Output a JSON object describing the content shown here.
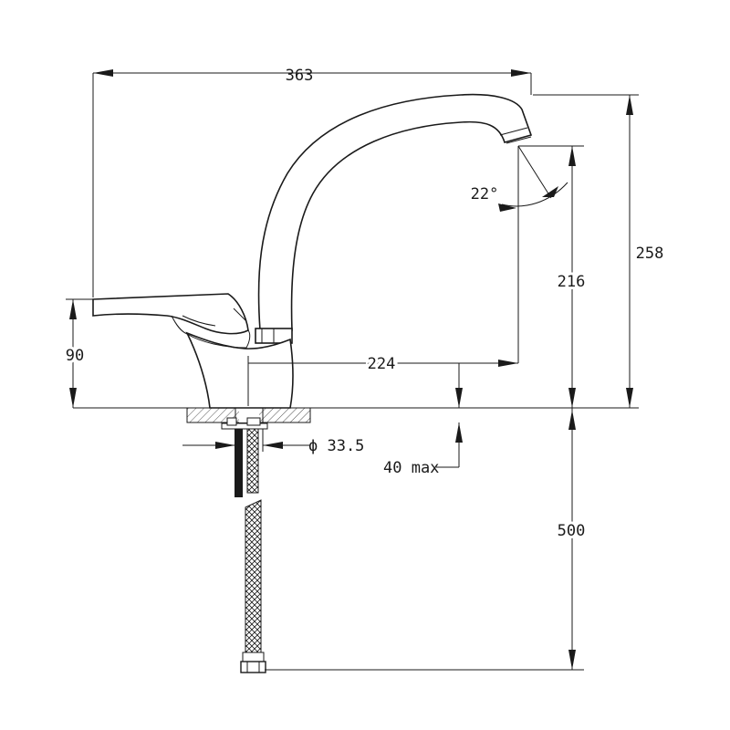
{
  "colors": {
    "line": "#1a1a1a",
    "hatch": "#555555",
    "background": "#ffffff"
  },
  "dimensions": {
    "total_width": "363",
    "spout_angle": "22°",
    "spout_height": "216",
    "total_height": "258",
    "lever_height": "90",
    "spout_reach": "224",
    "mounting_hole": "ϕ 33.5",
    "max_thickness": "40 max",
    "hose_length": "500"
  }
}
